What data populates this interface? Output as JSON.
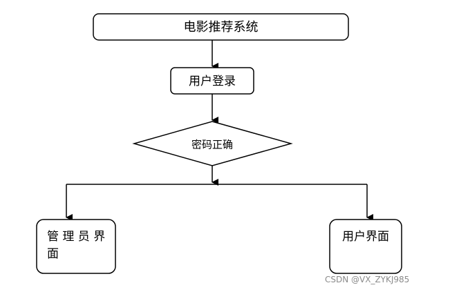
{
  "nodes": {
    "title": "电影推荐系统",
    "login": "用户登录",
    "check": "密码正确",
    "admin_line1": "管 理 员 界",
    "admin_line2": "面",
    "user": "用户界面"
  },
  "watermark": "CSDN @VX_ZYKJ985"
}
